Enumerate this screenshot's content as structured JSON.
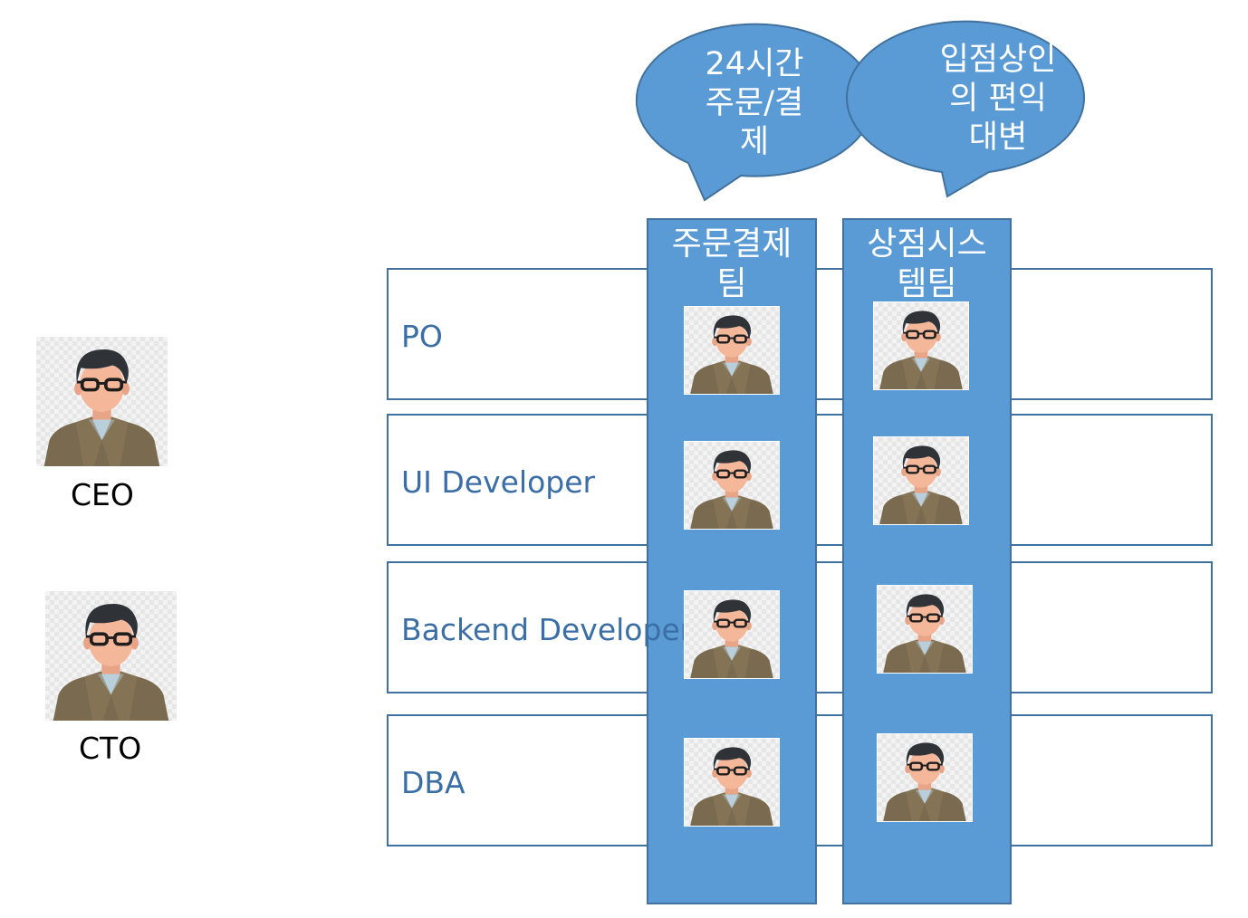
{
  "bubbles": [
    {
      "lines": [
        "24시간",
        "주문/결",
        "제"
      ]
    },
    {
      "lines": [
        "입점상인",
        "의 편익",
        "대변"
      ]
    }
  ],
  "teams": [
    {
      "title_lines": [
        "주문결제",
        "팀"
      ]
    },
    {
      "title_lines": [
        "상점시스",
        "템팀"
      ]
    }
  ],
  "roles": [
    "PO",
    "UI Developer",
    "Backend Developer",
    "DBA"
  ],
  "executives": [
    "CEO",
    "CTO"
  ],
  "colors": {
    "team_fill": "#5b9bd5",
    "border": "#41719c",
    "role_text": "#3a6ea5",
    "jacket": "#7a6a4f",
    "skin": "#f4b799",
    "hair": "#2f3337"
  }
}
